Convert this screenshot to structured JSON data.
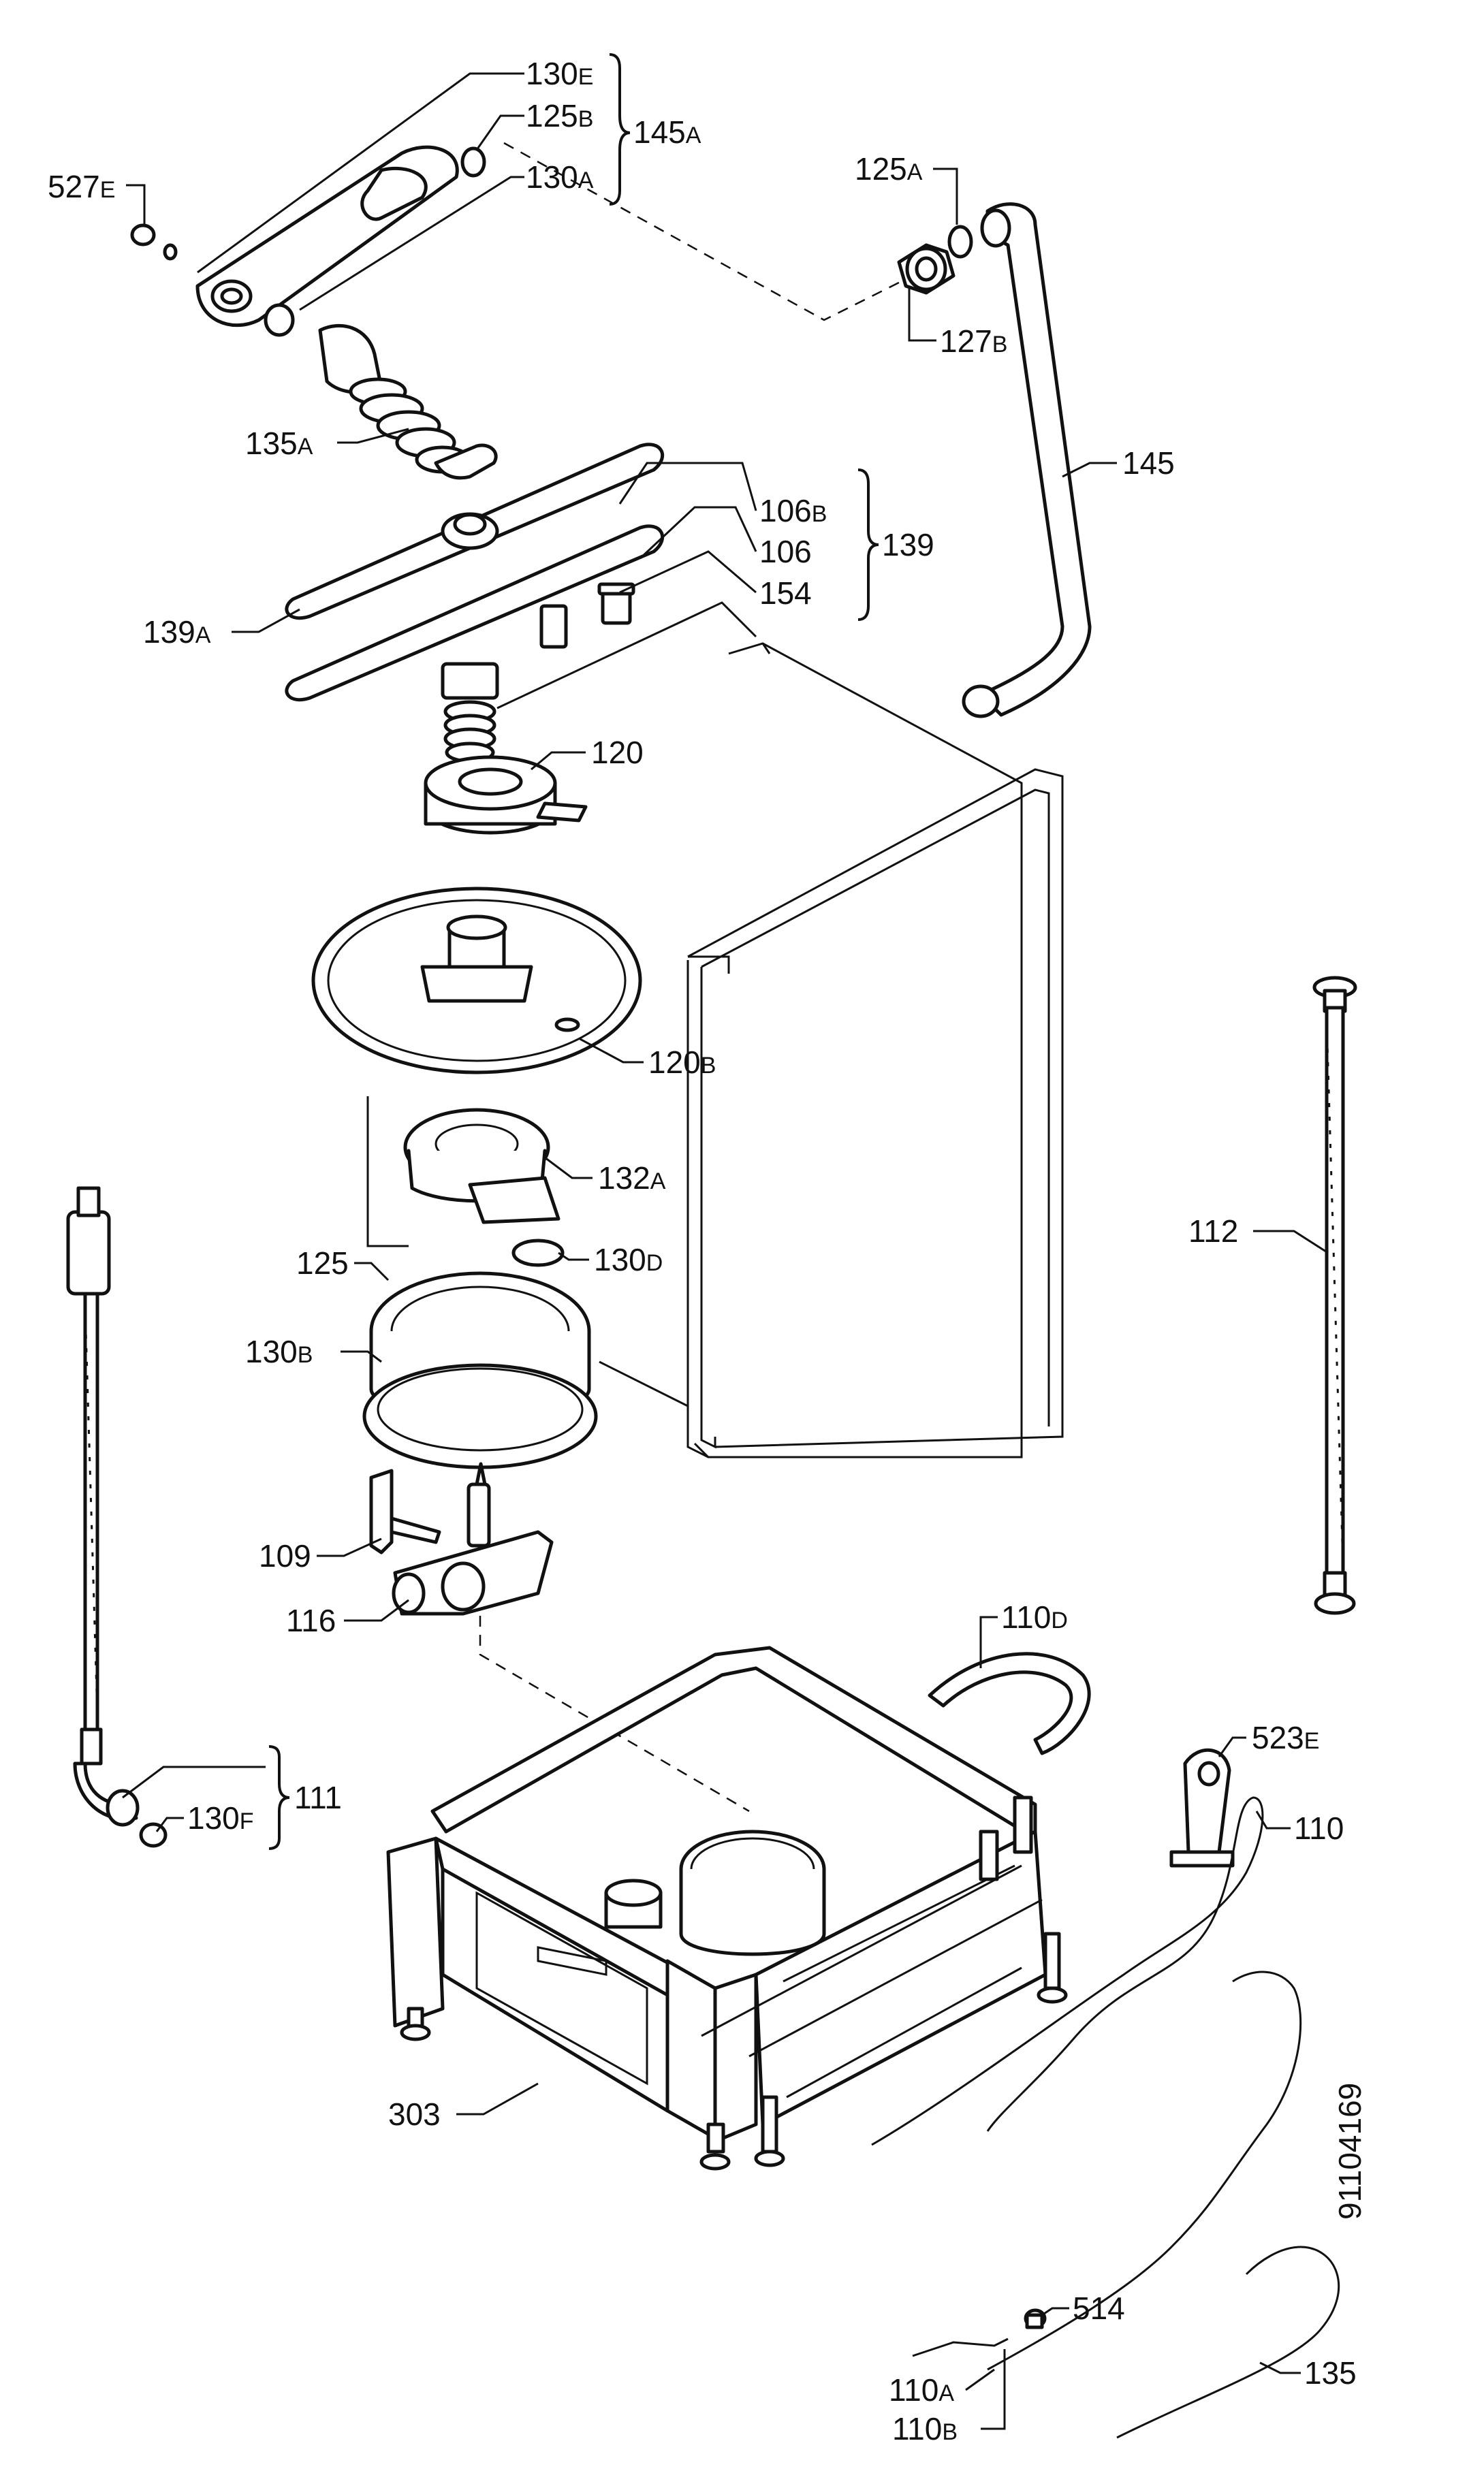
{
  "drawing_number": "91104169",
  "labels": {
    "p130E": {
      "main": "130",
      "sub": "E"
    },
    "p125B": {
      "main": "125",
      "sub": "B"
    },
    "p145A": {
      "main": "145",
      "sub": "A"
    },
    "p130A": {
      "main": "130",
      "sub": "A"
    },
    "p527E": {
      "main": "527",
      "sub": "E"
    },
    "p125A": {
      "main": "125",
      "sub": "A"
    },
    "p127B": {
      "main": "127",
      "sub": "B"
    },
    "p145": {
      "main": "145",
      "sub": ""
    },
    "p135A": {
      "main": "135",
      "sub": "A"
    },
    "p106B": {
      "main": "106",
      "sub": "B"
    },
    "p106": {
      "main": "106",
      "sub": ""
    },
    "p154": {
      "main": "154",
      "sub": ""
    },
    "p139": {
      "main": "139",
      "sub": ""
    },
    "p139A": {
      "main": "139",
      "sub": "A"
    },
    "p120": {
      "main": "120",
      "sub": ""
    },
    "p120B": {
      "main": "120",
      "sub": "B"
    },
    "p132A": {
      "main": "132",
      "sub": "A"
    },
    "p130D": {
      "main": "130",
      "sub": "D"
    },
    "p125": {
      "main": "125",
      "sub": ""
    },
    "p130B": {
      "main": "130",
      "sub": "B"
    },
    "p112": {
      "main": "112",
      "sub": ""
    },
    "p109": {
      "main": "109",
      "sub": ""
    },
    "p116": {
      "main": "116",
      "sub": ""
    },
    "p110D": {
      "main": "110",
      "sub": "D"
    },
    "p111": {
      "main": "111",
      "sub": ""
    },
    "p130F": {
      "main": "130",
      "sub": "F"
    },
    "p523E": {
      "main": "523",
      "sub": "E"
    },
    "p110": {
      "main": "110",
      "sub": ""
    },
    "p303": {
      "main": "303",
      "sub": ""
    },
    "p110A": {
      "main": "110",
      "sub": "A"
    },
    "p514": {
      "main": "514",
      "sub": ""
    },
    "p135": {
      "main": "135",
      "sub": ""
    },
    "p110B": {
      "main": "110",
      "sub": "B"
    }
  }
}
